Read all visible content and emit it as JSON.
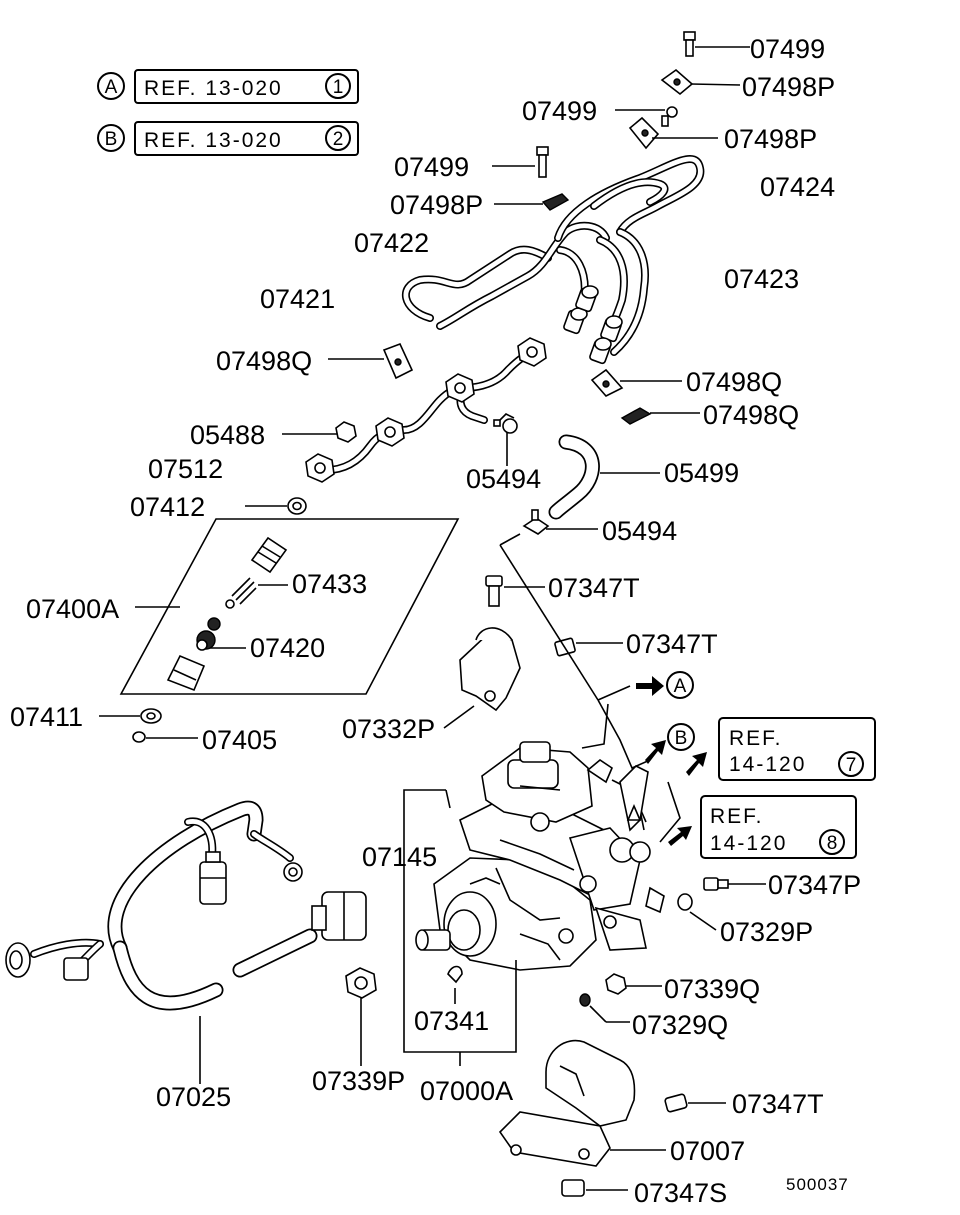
{
  "refs": {
    "a": {
      "letter": "A",
      "text": "REF. 13-020",
      "num": "1"
    },
    "b": {
      "letter": "B",
      "text": "REF. 13-020",
      "num": "2"
    },
    "r7": {
      "line1": "REF.",
      "line2": "14-120",
      "num": "7"
    },
    "r8": {
      "line1": "REF.",
      "line2": "14-120",
      "num": "8"
    }
  },
  "arrows": {
    "a": "A",
    "b": "B"
  },
  "labels": {
    "l07499a": "07499",
    "l07498Pa": "07498P",
    "l07499b": "07499",
    "l07498Pb": "07498P",
    "l07499c": "07499",
    "l07424": "07424",
    "l07498Pc": "07498P",
    "l07422": "07422",
    "l07423": "07423",
    "l07421": "07421",
    "l07498Qa": "07498Q",
    "l07498Qb": "07498Q",
    "l07498Qc": "07498Q",
    "l05488": "05488",
    "l05499": "05499",
    "l07512": "07512",
    "l05494a": "05494",
    "l07412": "07412",
    "l05494b": "05494",
    "l07433": "07433",
    "l07347Ta": "07347T",
    "l07400A": "07400A",
    "l07347Tb": "07347T",
    "l07420": "07420",
    "l07411": "07411",
    "l07405": "07405",
    "l07332P": "07332P",
    "l07145": "07145",
    "l07347Pa": "07347P",
    "l07329Pa": "07329P",
    "l07339Q": "07339Q",
    "l07341": "07341",
    "l07329Q": "07329Q",
    "l07025": "07025",
    "l07339P": "07339P",
    "l07000A": "07000A",
    "l07347Tc": "07347T",
    "l07007": "07007",
    "l07347S": "07347S"
  },
  "diagram_code": "500037"
}
